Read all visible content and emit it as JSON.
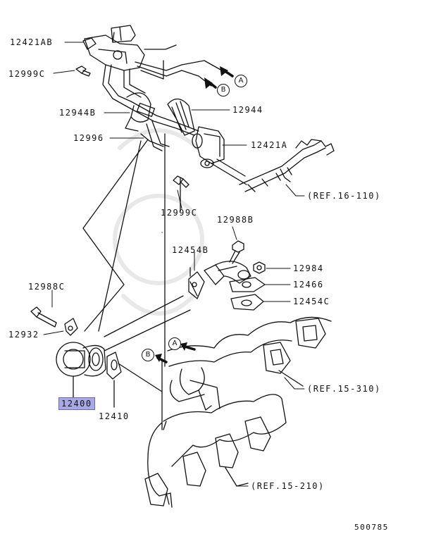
{
  "diagram_id": "500785",
  "highlight_color": "#a9a9e6",
  "labels": {
    "p12421AB": "12421AB",
    "p12999C_top": "12999C",
    "p12944B": "12944B",
    "p12944": "12944",
    "p12996": "12996",
    "p12421A": "12421A",
    "ref16_110": "(REF.16-110)",
    "p12999C_mid": "12999C",
    "p12988B": "12988B",
    "p12454B": "12454B",
    "p12984": "12984",
    "p12466": "12466",
    "p12454C": "12454C",
    "p12988C": "12988C",
    "p12932": "12932",
    "p12400": "12400",
    "p12410": "12410",
    "ref15_310": "(REF.15-310)",
    "ref15_210": "(REF.15-210)"
  },
  "connectors": {
    "a_top": "A",
    "b_top": "B",
    "a_mid": "A",
    "b_mid": "B"
  }
}
